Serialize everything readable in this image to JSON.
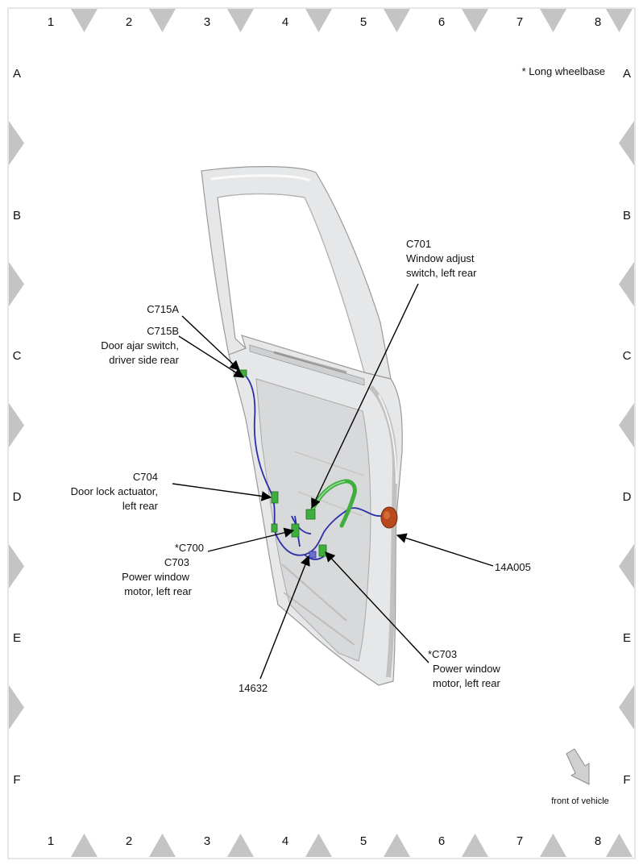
{
  "grid": {
    "columns": [
      "1",
      "2",
      "3",
      "4",
      "5",
      "6",
      "7",
      "8"
    ],
    "rows": [
      "A",
      "B",
      "C",
      "D",
      "E",
      "F"
    ]
  },
  "note": "* Long wheelbase",
  "callouts": {
    "c701": [
      "C701",
      "Window adjust",
      "switch, left rear"
    ],
    "c715a": [
      "C715A"
    ],
    "c715b": [
      "C715B",
      "Door ajar switch,",
      "driver side rear"
    ],
    "c704": [
      "C704",
      "Door lock actuator,",
      "left rear"
    ],
    "c700": [
      "*C700",
      "C703",
      "Power window",
      "motor, left rear"
    ],
    "p14a005": [
      "14A005"
    ],
    "p14632": [
      "14632"
    ],
    "c703": [
      "*C703",
      "Power window",
      "motor, left rear"
    ]
  },
  "front_indicator": "front of vehicle",
  "colors": {
    "harness": "#2b2fa6",
    "connector_green": "#3fae3f",
    "grommet": "#b8491f",
    "door_panel": "#e6e7e8",
    "frame_triangle": "#c4c4c4"
  }
}
